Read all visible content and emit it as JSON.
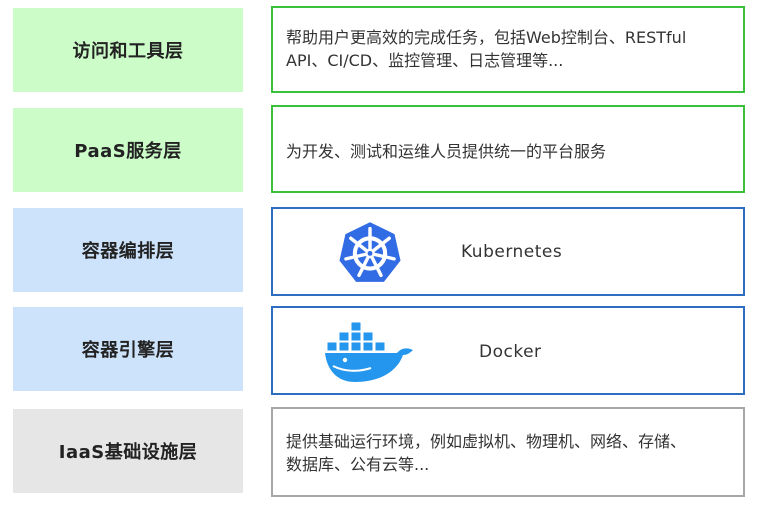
{
  "colors": {
    "green_fill": "#ccfdc9",
    "green_border": "#3bc03b",
    "blue_fill": "#cde3fb",
    "blue_border": "#2f6dc0",
    "gray_fill": "#e6e6e6",
    "gray_border": "#a6a6a6",
    "kubernetes_blue": "#326ce5",
    "docker_blue": "#2496ed"
  },
  "layers": [
    {
      "label": "访问和工具层",
      "desc_lines": [
        "帮助用户更高效的完成任务，包括Web控制台、RESTful",
        "API、CI/CD、监控管理、日志管理等..."
      ]
    },
    {
      "label": "PaaS服务层",
      "desc_lines": [
        "为开发、测试和运维人员提供统一的平台服务"
      ]
    },
    {
      "label": "容器编排层",
      "logo": "kubernetes-icon",
      "caption": "Kubernetes"
    },
    {
      "label": "容器引擎层",
      "logo": "docker-icon",
      "caption": "Docker"
    },
    {
      "label": "IaaS基础设施层",
      "desc_lines": [
        "提供基础运行环境，例如虚拟机、物理机、网络、存储、",
        "数据库、公有云等..."
      ]
    }
  ]
}
